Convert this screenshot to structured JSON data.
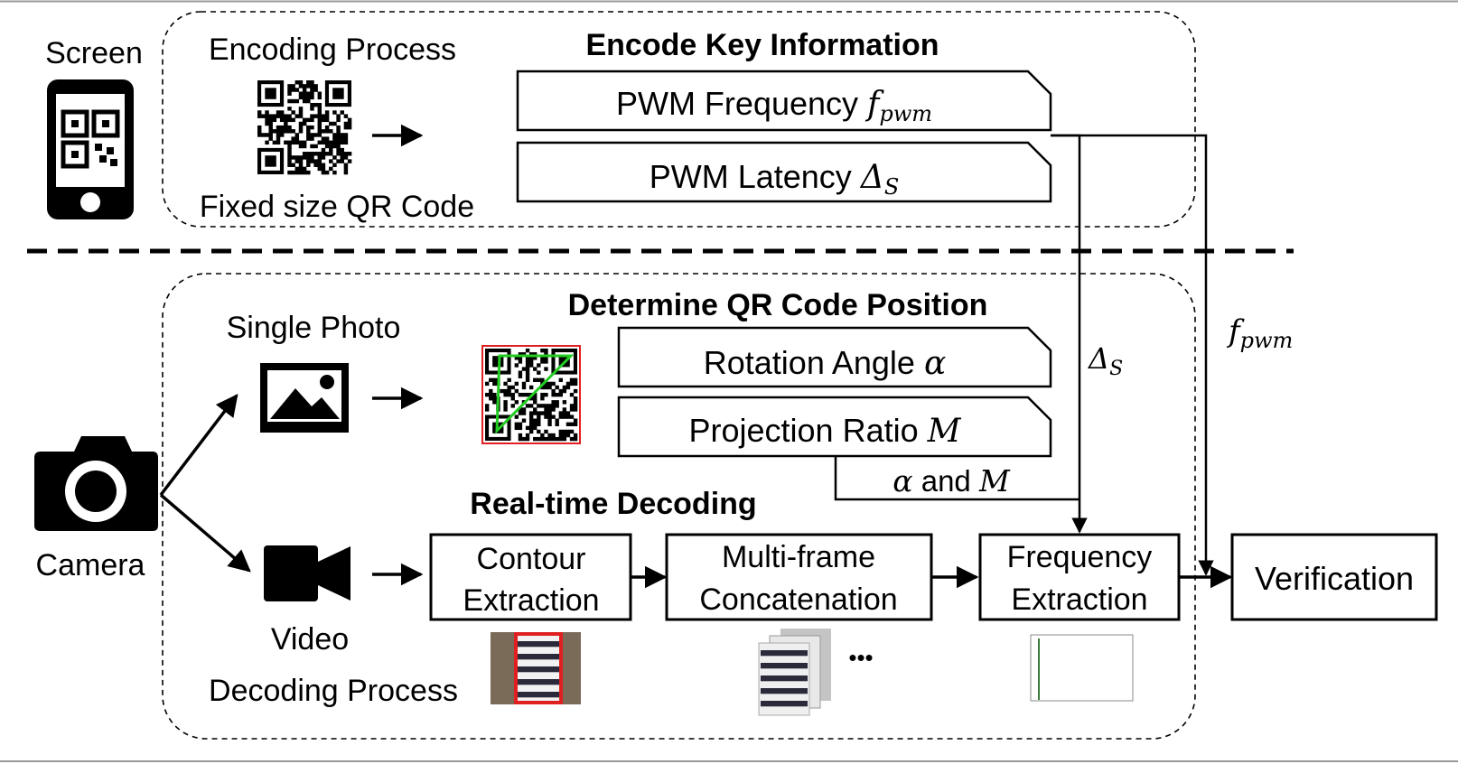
{
  "encoding": {
    "screen_label": "Screen",
    "process_label": "Encoding Process",
    "qr_caption": "Fixed size QR Code",
    "key_info_title": "Encode Key Information",
    "pwm_frequency": {
      "text": "PWM Frequency ",
      "math": "f",
      "sub": "pwm"
    },
    "pwm_latency": {
      "text": "PWM Latency ",
      "math": "Δ",
      "sub": "S"
    }
  },
  "decoding": {
    "camera_label": "Camera",
    "single_photo_label": "Single Photo",
    "video_label": "Video",
    "process_label": "Decoding Process",
    "position_title": "Determine QR Code Position",
    "rotation_angle": {
      "text": "Rotation Angle ",
      "math": "α"
    },
    "projection_ratio": {
      "text": "Projection Ratio ",
      "math": "M"
    },
    "alpha_and_m": {
      "a": "α",
      "mid": " and ",
      "b": "M"
    },
    "realtime_title": "Real-time Decoding",
    "contour": [
      "Contour",
      "Extraction"
    ],
    "multiframe": [
      "Multi-frame",
      "Concatenation"
    ],
    "frequency": [
      "Frequency",
      "Extraction"
    ],
    "ellipsis": "•••",
    "verification": "Verification"
  },
  "edge_labels": {
    "delta_s": {
      "math": "Δ",
      "sub": "S"
    },
    "f_pwm": {
      "math": "f",
      "sub": "pwm"
    }
  },
  "colors": {
    "ink": "#000000",
    "highlight_red": "#e02020",
    "triangle_green": "#22cc22"
  }
}
